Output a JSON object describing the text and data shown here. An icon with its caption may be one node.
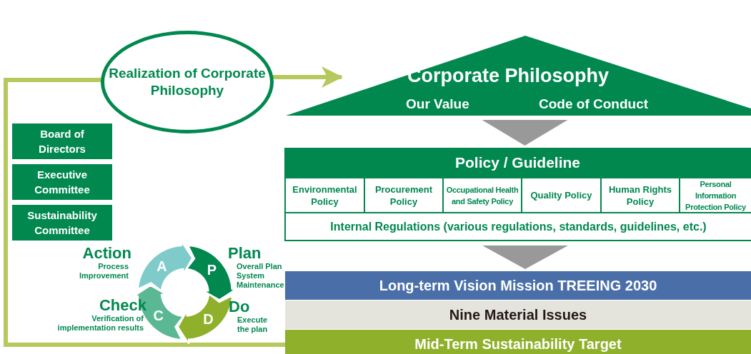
{
  "diagram": {
    "nodes": [
      {
        "text": [
          "Realization of Corporate Philosophy"
        ]
      },
      {
        "text": [
          "Corporate Philosophy",
          "Our Value",
          "Code of Conduct"
        ]
      },
      {
        "text": [
          "Policy / Guideline"
        ]
      },
      {
        "text": [
          "Environmental Policy"
        ],
        "in": 2
      },
      {
        "text": [
          "Procurement Policy"
        ],
        "in": 2
      },
      {
        "text": [
          "Occupational Health and Safety Policy"
        ],
        "in": 2
      },
      {
        "text": [
          "Quality Policy"
        ],
        "in": 2
      },
      {
        "text": [
          "Human Rights Policy"
        ],
        "in": 2
      },
      {
        "text": [
          "Personal Information Protection Policy"
        ],
        "in": 2
      },
      {
        "text": [
          "Internal Regulations (various regulations, standards, guidelines, etc.)"
        ],
        "in": 2
      },
      {
        "text": [
          "Long-term Vision Mission TREEING 2030"
        ]
      },
      {
        "text": [
          "Nine Material Issues"
        ]
      },
      {
        "text": [
          "Mid-Term Sustainability Target"
        ]
      },
      {
        "text": [
          "Board of Directors"
        ]
      },
      {
        "text": [
          "Executive Committee"
        ]
      },
      {
        "text": [
          "Sustainability Committee"
        ]
      },
      {
        "text": [
          "P"
        ],
        "beside": [
          "Plan",
          "Overall Plan System Maintenance"
        ]
      },
      {
        "text": [
          "D"
        ],
        "beside": [
          "Do",
          "Execute the plan"
        ]
      },
      {
        "text": [
          "C"
        ],
        "beside": [
          "Check",
          "Verification of implementation results"
        ]
      },
      {
        "text": [
          "A"
        ],
        "beside": [
          "Action",
          "Process Improvement"
        ]
      }
    ],
    "edges": [
      {
        "from": 12,
        "to": 0,
        "arrow": "none",
        "color": "#b5c95c"
      },
      {
        "from": 0,
        "to": 1,
        "arrow": "to",
        "color": "#b5c95c"
      },
      {
        "from": 1,
        "to": 2,
        "arrow": "to",
        "color": "#999999"
      },
      {
        "from": 2,
        "to": 10,
        "arrow": "to",
        "color": "#999999"
      }
    ]
  }
}
